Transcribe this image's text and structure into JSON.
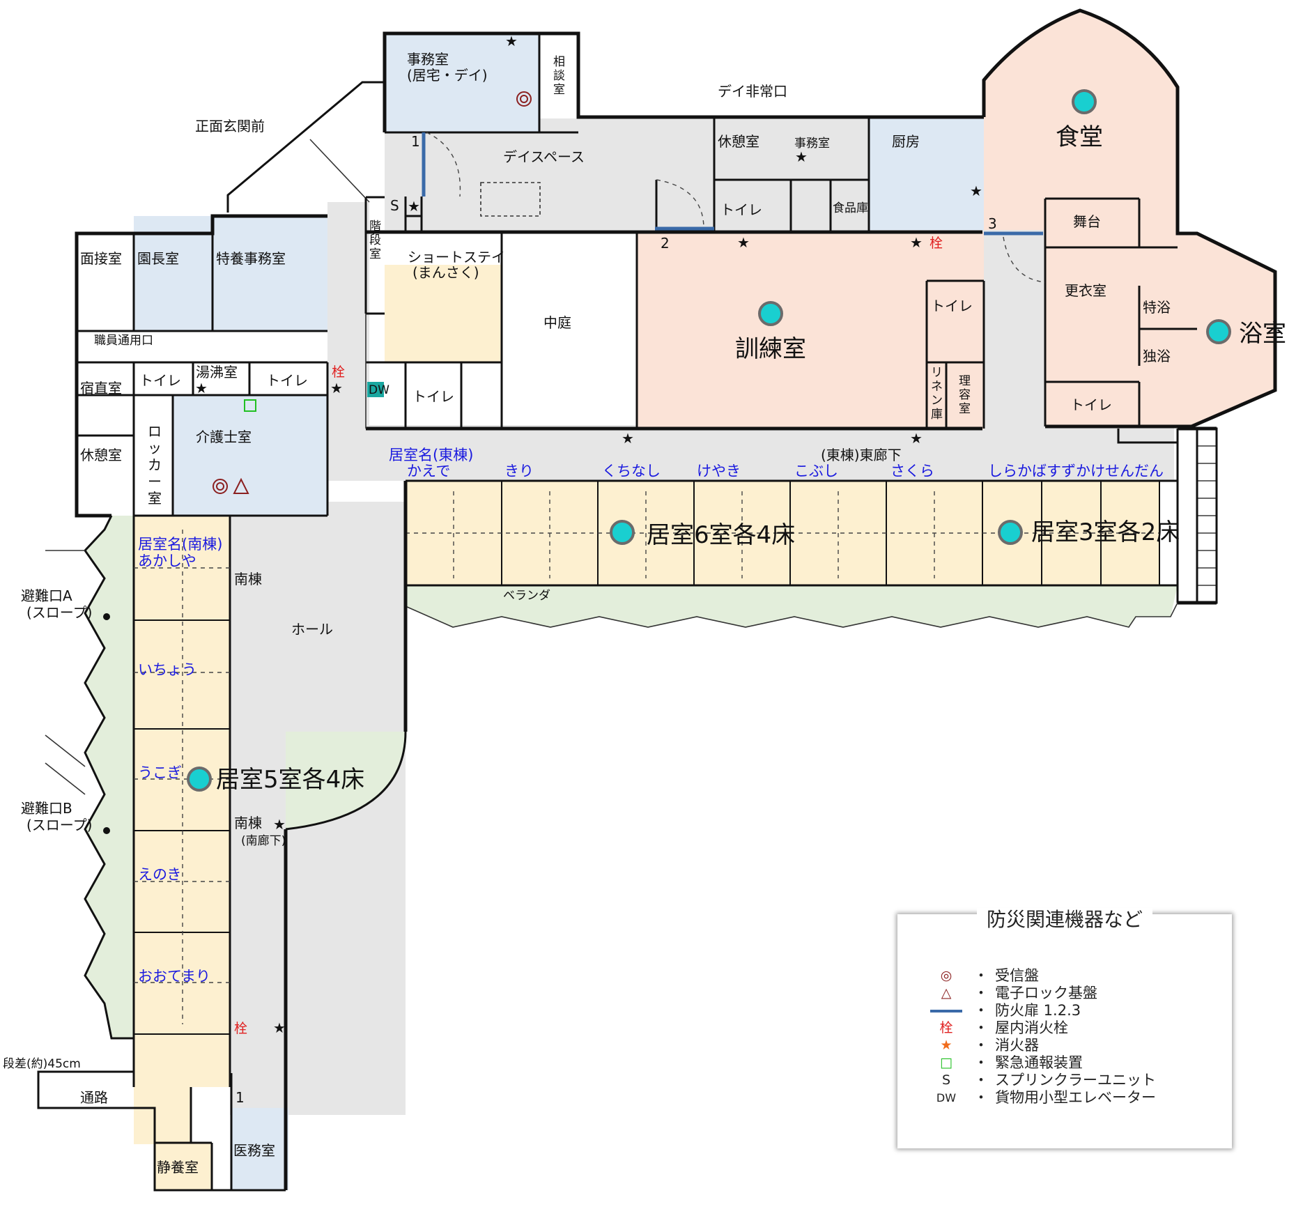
{
  "labels": {
    "jimushitsu": "事務室",
    "jimushitsu_sub": "(居宅・デイ)",
    "soudan1": "相",
    "soudan2": "談",
    "soudan3": "室",
    "shomen": "正面玄関前",
    "dei_hijo": "デイ非常口",
    "dayspace": "デイスペース",
    "kyukei_top": "休憩室",
    "jimu_small": "事務室",
    "chubo": "厨房",
    "shokudo": "食堂",
    "toilet": "トイレ",
    "shokuhinko": "食品庫",
    "butai": "舞台",
    "kouishitsu": "更衣室",
    "tokuyoku": "特浴",
    "dokuyoku": "独浴",
    "yokushitsu": "浴室",
    "kunrenshitsu": "訓練室",
    "rinen1": "リ",
    "rinen2": "ネ",
    "rinen3": "ン",
    "rinen4": "庫",
    "riyou1": "理",
    "riyou2": "容",
    "riyou3": "室",
    "shortstay": "ショートステイ",
    "shortstay_sub": "(まんさく)",
    "nakaniwa": "中庭",
    "kaidan1": "階",
    "kaidan2": "段",
    "kaidan3": "室",
    "s_mark": "S",
    "dw": "DW",
    "mensetsu": "面接室",
    "enchou": "園長室",
    "tokuyo_jimu": "特養事務室",
    "shokuin": "職員通用口",
    "shukuchoku": "宿直室",
    "yuwakashi": "湯沸室",
    "kaigoshi": "介護士室",
    "kyukei_left": "休憩室",
    "locker1": "ロ",
    "locker2": "ッ",
    "locker3": "カ",
    "locker4": "ー",
    "locker5": "室",
    "higashi_roka": "(東棟)東廊下",
    "kyoshitsu_higashi": "居室名(東棟)",
    "room6_label": "居室6室各4床",
    "room3_label": "居室3室各2床",
    "room5_label": "居室5室各4床",
    "veranda": "ベランダ",
    "kyoshitsu_minami": "居室名(南棟)",
    "minamito": "南棟",
    "hall": "ホール",
    "minamito2": "南棟",
    "minami_roka": "(南廊下)",
    "hinan_a": "避難口A",
    "hinan_a_sub": "(スロープ)",
    "hinan_b": "避難口B",
    "hinan_b_sub": "(スロープ)",
    "dansa": "段差(約)45cm",
    "tsuro": "通路",
    "seiyou": "静養室",
    "imu": "医務室",
    "sen": "栓",
    "door1": "1",
    "door2": "2",
    "door3": "3"
  },
  "east_rooms": [
    "かえで",
    "きり",
    "くちなし",
    "けやき",
    "こぶし",
    "さくら",
    "しらかば",
    "すずかけ",
    "せんだん"
  ],
  "south_rooms": [
    "あかしや",
    "いちょう",
    "うこぎ",
    "えのき",
    "おおてまり"
  ],
  "colors": {
    "corridor": "#e6e6e6",
    "office_blue": "#dde8f3",
    "training_pink": "#fbe3d7",
    "room_yellow": "#fdf0d0",
    "garden_green": "#e3eedb",
    "marker_cyan": "#19cfd0",
    "fire_door_blue": "#3a6aa8",
    "star_orange": "#f06c1c",
    "bell_red": "#e02020"
  },
  "legend": {
    "title": "防災関連機器など",
    "items": [
      {
        "symbol": "◎",
        "label": "受信盤"
      },
      {
        "symbol": "△",
        "label": "電子ロック基盤"
      },
      {
        "symbol": "fire-door-line",
        "label": "防火扉 1.2.3"
      },
      {
        "symbol": "栓",
        "label": "屋内消火栓"
      },
      {
        "symbol": "★",
        "label": "消火器"
      },
      {
        "symbol": "□",
        "label": "緊急通報装置"
      },
      {
        "symbol": "S",
        "label": "スプリンクラーユニット"
      },
      {
        "symbol": "DW",
        "label": "貨物用小型エレベーター"
      }
    ],
    "dot": "・"
  }
}
